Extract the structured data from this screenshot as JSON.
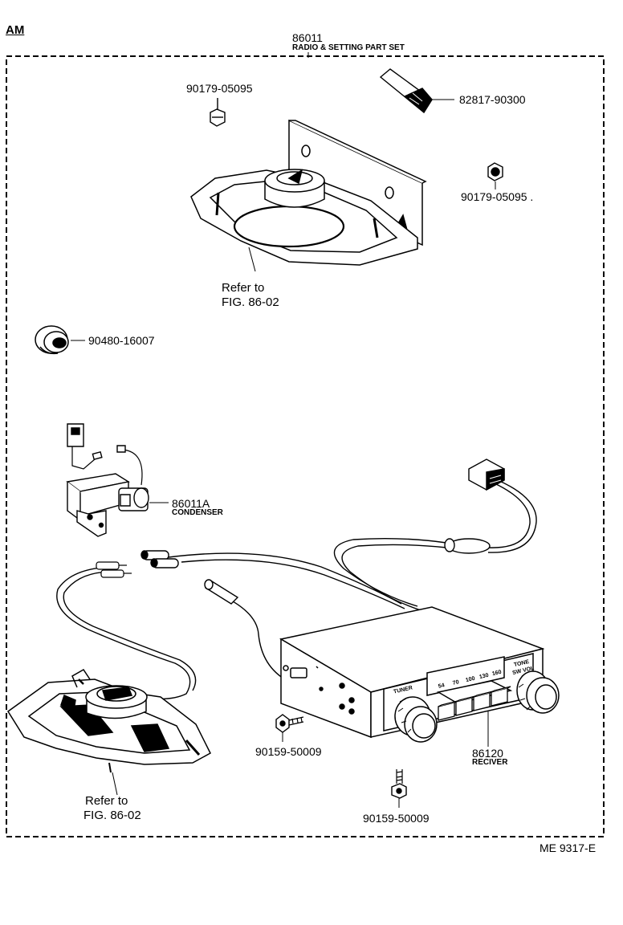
{
  "section_tag": "AM",
  "set": {
    "part_no": "86011",
    "name": "RADIO & SETTING PART SET"
  },
  "parts": {
    "nut_top_left": "90179-05095",
    "clip": "82817-90300",
    "nut_right": "90179-05095 .",
    "grommet": "90480-16007",
    "condenser_no": "86011A",
    "condenser_name": "CONDENSER",
    "bolt_left": "90159-50009",
    "receiver_no": "86120",
    "receiver_name": "RECIVER",
    "bolt_bottom": "90159-50009"
  },
  "refs": {
    "top_line1": "Refer to",
    "top_line2": "FIG. 86-02",
    "bottom_line1": "Refer to",
    "bottom_line2": "FIG. 86-02"
  },
  "panel": {
    "brand": "TUNER",
    "scale": [
      "54",
      "70",
      "100",
      "130",
      "160"
    ],
    "knob_label_top": "TONE",
    "knob_label_bottom": "SW  VOL"
  },
  "footer_code": "ME  9317-E"
}
